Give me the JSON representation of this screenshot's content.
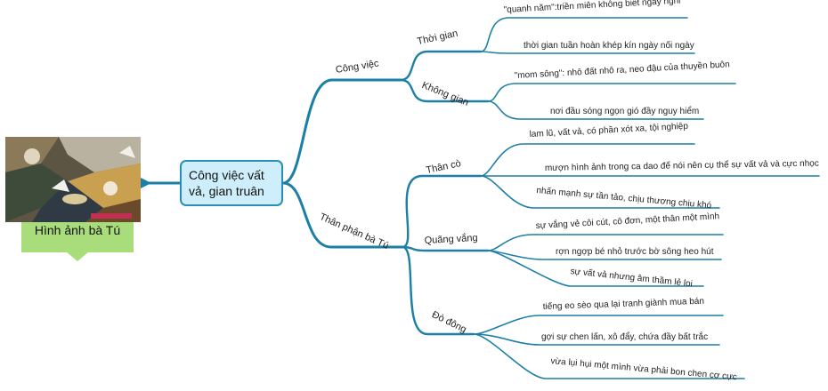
{
  "colors": {
    "line": "#1b7fa6",
    "center_bg": "#cdeefa",
    "caption_bg": "#a9dc7a"
  },
  "center": {
    "line1": "Công việc vất",
    "line2": "vả, gian truân"
  },
  "image_node": {
    "caption": "Hình ảnh bà Tú",
    "icon": "collage-image-icon"
  },
  "branches": [
    {
      "label": "Công việc",
      "children": [
        {
          "label": "Thời gian",
          "leaves": [
            "\"quanh năm\":triền miên không biết ngày nghỉ",
            "thời gian tuần hoàn khép kín ngày nối ngày"
          ]
        },
        {
          "label": "Không gian",
          "leaves": [
            "\"mom sông\": nhô đất nhô ra, neo đậu của thuyền buôn",
            "nơi đầu sóng ngọn gió đầy nguy hiểm"
          ]
        }
      ]
    },
    {
      "label": "Thân phận bà Tú",
      "children": [
        {
          "label": "Thân cò",
          "leaves": [
            "lam lũ, vất vả, có phần xót xa, tội nghiệp",
            "mượn hình ảnh trong ca dao để nói nên cụ thể sự vất vả và cực nhọc",
            "nhấn mạnh sự tần tảo, chịu thương chịu khó"
          ]
        },
        {
          "label": "Quãng vắng",
          "leaves": [
            "sự vắng vẻ côi cút, cô đơn, một thân một mình",
            "rợn ngợp bé nhỏ trước bờ sông heo hút",
            "sự vất vả nhưng âm thầm lẻ loi"
          ]
        },
        {
          "label": "Đò đông",
          "leaves": [
            "tiếng eo sèo qua lại tranh giành mua bán",
            "gợi sự chen lấn, xô đẩy, chứa đầy bất trắc",
            "vừa lụi hụi một mình vừa phải bon chen cơ cực"
          ]
        }
      ]
    }
  ]
}
